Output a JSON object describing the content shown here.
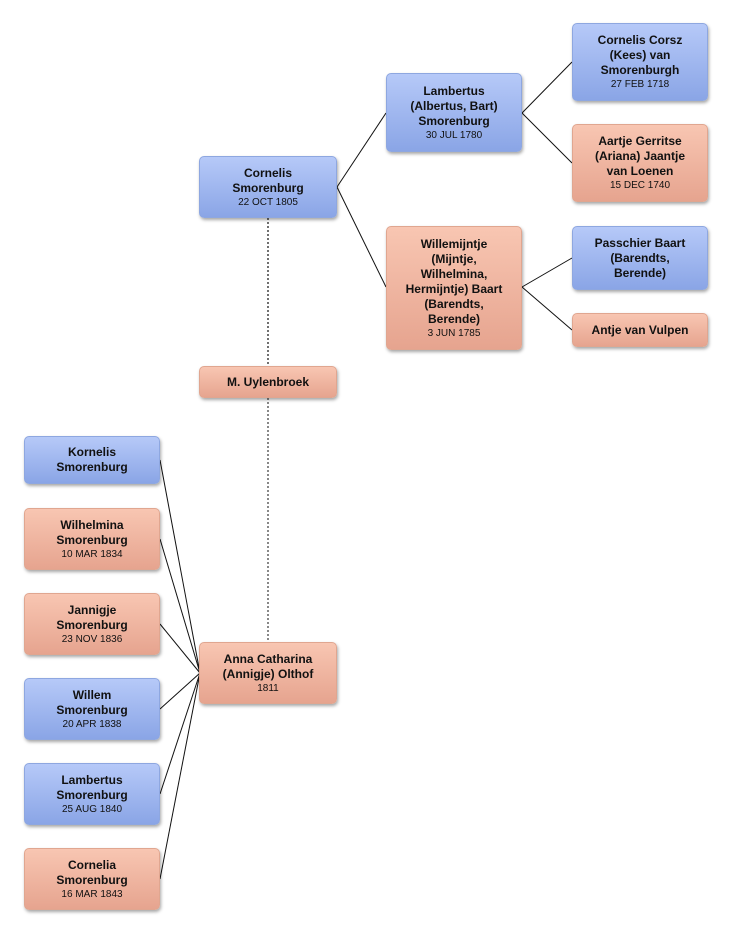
{
  "people": {
    "cornelis": {
      "name": "Cornelis\nSmorenburg",
      "date": "22 OCT 1805",
      "gender": "male"
    },
    "spouse": {
      "name": "M. Uylenbroek",
      "date": "",
      "gender": "female"
    },
    "anna": {
      "name": "Anna Catharina\n(Annigje) Olthof",
      "date": "1811",
      "gender": "female"
    },
    "lambertus_father": {
      "name": "Lambertus\n(Albertus, Bart)\nSmorenburg",
      "date": "30 JUL 1780",
      "gender": "male"
    },
    "willemijntje": {
      "name": "Willemijntje\n(Mijntje,\nWilhelmina,\nHermijntje) Baart\n(Barendts,\nBerende)",
      "date": "3 JUN 1785",
      "gender": "female"
    },
    "cornelis_corsz": {
      "name": "Cornelis Corsz\n(Kees) van\nSmorenburgh",
      "date": "27 FEB 1718",
      "gender": "male"
    },
    "aartje": {
      "name": "Aartje Gerritse\n(Ariana) Jaantje\nvan Loenen",
      "date": "15 DEC 1740",
      "gender": "female"
    },
    "passchier": {
      "name": "Passchier Baart\n(Barendts,\nBerende)",
      "date": "",
      "gender": "male"
    },
    "antje": {
      "name": "Antje van Vulpen",
      "date": "",
      "gender": "female"
    },
    "kornelis": {
      "name": "Kornelis\nSmorenburg",
      "date": "",
      "gender": "male"
    },
    "wilhelmina": {
      "name": "Wilhelmina\nSmorenburg",
      "date": "10 MAR 1834",
      "gender": "female"
    },
    "jannigje": {
      "name": "Jannigje\nSmorenburg",
      "date": "23 NOV 1836",
      "gender": "female"
    },
    "willem": {
      "name": "Willem\nSmorenburg",
      "date": "20 APR 1838",
      "gender": "male"
    },
    "lambertus_child": {
      "name": "Lambertus\nSmorenburg",
      "date": "25 AUG 1840",
      "gender": "male"
    },
    "cornelia": {
      "name": "Cornelia\nSmorenburg",
      "date": "16 MAR 1843",
      "gender": "female"
    }
  },
  "colors": {
    "male": "#a6bbf2",
    "female": "#f2b8a2",
    "line": "#111111"
  }
}
